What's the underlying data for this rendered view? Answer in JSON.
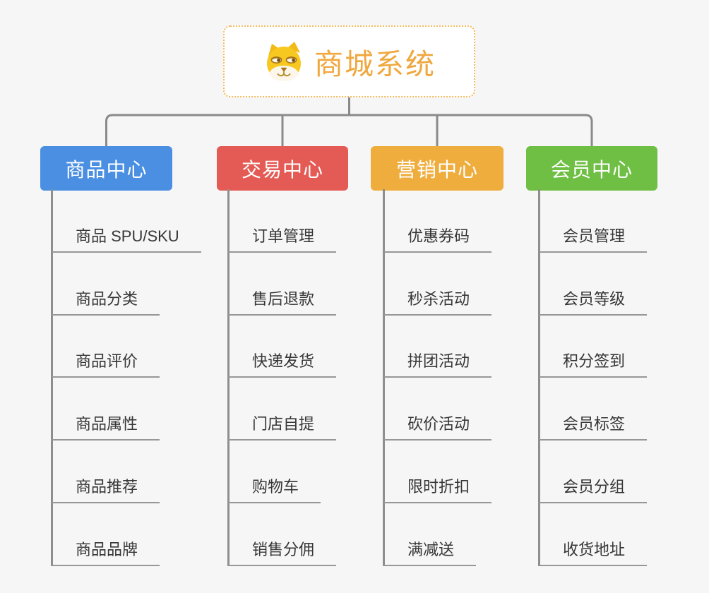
{
  "root": {
    "title": "商城系统",
    "icon": "doge-icon"
  },
  "colors": {
    "background": "#f6f6f6",
    "root_border": "#f3ba5c",
    "root_text": "#f0a73e",
    "connector_gray": "#8a8a8a",
    "underline_gray": "#979797",
    "item_text": "#363636",
    "branch_blue": "#4a8fe2",
    "branch_red": "#e45b55",
    "branch_orange": "#efad3d",
    "branch_green": "#6fbf44"
  },
  "branches": [
    {
      "label": "商品中心",
      "color": "#4a8fe2",
      "items": [
        "商品 SPU/SKU",
        "商品分类",
        "商品评价",
        "商品属性",
        "商品推荐",
        "商品品牌"
      ]
    },
    {
      "label": "交易中心",
      "color": "#e45b55",
      "items": [
        "订单管理",
        "售后退款",
        "快递发货",
        "门店自提",
        "购物车",
        "销售分佣"
      ]
    },
    {
      "label": "营销中心",
      "color": "#efad3d",
      "items": [
        "优惠券码",
        "秒杀活动",
        "拼团活动",
        "砍价活动",
        "限时折扣",
        "满减送"
      ]
    },
    {
      "label": "会员中心",
      "color": "#6fbf44",
      "items": [
        "会员管理",
        "会员等级",
        "积分签到",
        "会员标签",
        "会员分组",
        "收货地址"
      ]
    }
  ]
}
